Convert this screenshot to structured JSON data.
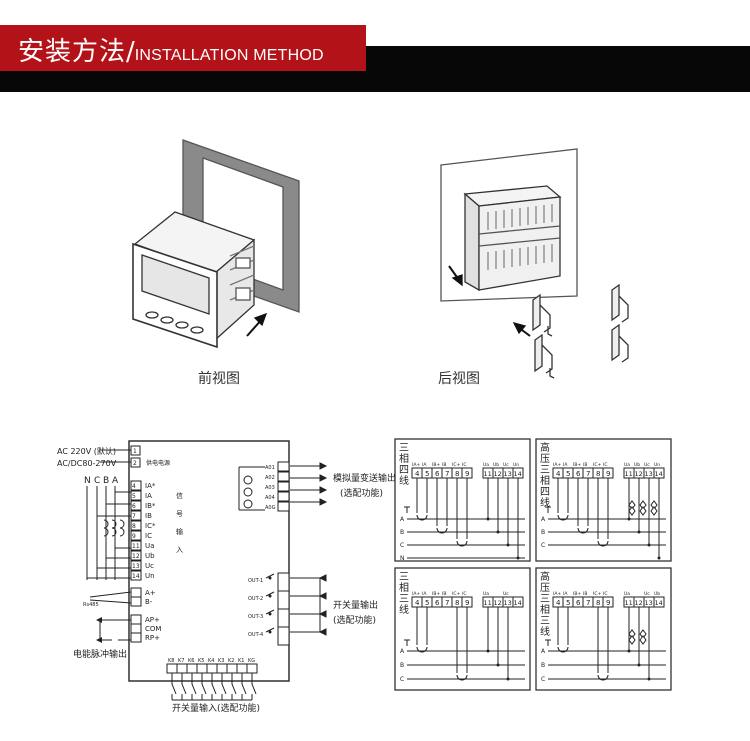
{
  "header": {
    "title_cn": "安装方法",
    "separator": "/",
    "title_en": "INSTALLATION METHOD"
  },
  "views": {
    "front_caption": "前视图",
    "rear_caption": "后视图"
  },
  "wiring": {
    "supply_1": "AC 220V (默认)",
    "supply_2": "AC/DC80-270V",
    "supply_label": "供电电源",
    "phase_letters": [
      "N",
      "C",
      "B",
      "A"
    ],
    "input_terminals": [
      "IA*",
      "IA",
      "IB*",
      "IB",
      "IC*",
      "IC",
      "Ua",
      "Ub",
      "Uc",
      "Un"
    ],
    "input_numbers": [
      "4",
      "5",
      "6",
      "7",
      "8",
      "9",
      "11",
      "12",
      "13",
      "14"
    ],
    "signal_input_label": [
      "信",
      "号",
      "输",
      "入"
    ],
    "rs485": "Rs485",
    "comm_terminals": [
      "A+",
      "B-"
    ],
    "pulse_terminals": [
      "AP+",
      "COM",
      "RP+"
    ],
    "pulse_output_label": "电能脉冲输出",
    "analog_outputs": [
      "A01",
      "A02",
      "A03",
      "A04",
      "A0G"
    ],
    "analog_output_label": "模拟量变送输出",
    "optional_label": "(选配功能)",
    "switch_outputs": [
      "OUT-1",
      "OUT-2",
      "OUT-3",
      "OUT-4"
    ],
    "switch_output_label": "开关量输出",
    "switch_inputs": [
      "K8",
      "K7",
      "K6",
      "K5",
      "K4",
      "K3",
      "K2",
      "K1",
      "KG"
    ],
    "switch_input_label": "开关量输入(选配功能)"
  },
  "schemes": [
    {
      "label": [
        "三",
        "相",
        "四",
        "线"
      ],
      "lines": [
        "A",
        "B",
        "C",
        "N"
      ]
    },
    {
      "label": [
        "高",
        "压",
        "三",
        "相",
        "四",
        "线"
      ],
      "lines": [
        "A",
        "B",
        "C"
      ]
    },
    {
      "label": [
        "三",
        "相",
        "三",
        "线"
      ],
      "lines": [
        "A",
        "B",
        "C"
      ]
    },
    {
      "label": [
        "高",
        "压",
        "三",
        "相",
        "三",
        "线"
      ],
      "lines": [
        "A",
        "B",
        "C"
      ]
    }
  ],
  "scheme_terminals": {
    "current_heads": [
      "IA+",
      "IA",
      "IB+",
      "IB",
      "IC+",
      "IC"
    ],
    "current_numbers": [
      "4",
      "5",
      "6",
      "7",
      "8",
      "9"
    ],
    "voltage_heads_4w": [
      "Ua",
      "Ub",
      "Uc",
      "Un"
    ],
    "voltage_heads_3w": [
      "Ua",
      "",
      "Uc",
      ""
    ],
    "voltage_heads_hv4w": [
      "Ua",
      "Ub",
      "Uc",
      "Un"
    ],
    "voltage_heads_hv3w": [
      "Ua",
      "",
      "Uc",
      "Ub"
    ],
    "voltage_numbers": [
      "11",
      "12",
      "13",
      "14"
    ]
  }
}
